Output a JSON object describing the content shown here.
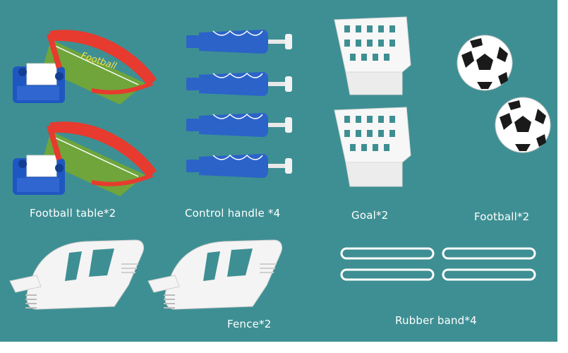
{
  "labels": {
    "football_table": "Football table*2",
    "control_handle": "Control handle *4",
    "goal": "Goal*2",
    "football": "Football*2",
    "fence": "Fence*2",
    "rubber_band": "Rubber band*4"
  },
  "table_print": "Football",
  "colors": {
    "background": "#3e8f93",
    "table_blue": "#1f57c2",
    "table_red": "#e63b2e",
    "field_green": "#6fa53a",
    "handle_blue": "#2b63c9",
    "parts_white": "#ffffff"
  }
}
